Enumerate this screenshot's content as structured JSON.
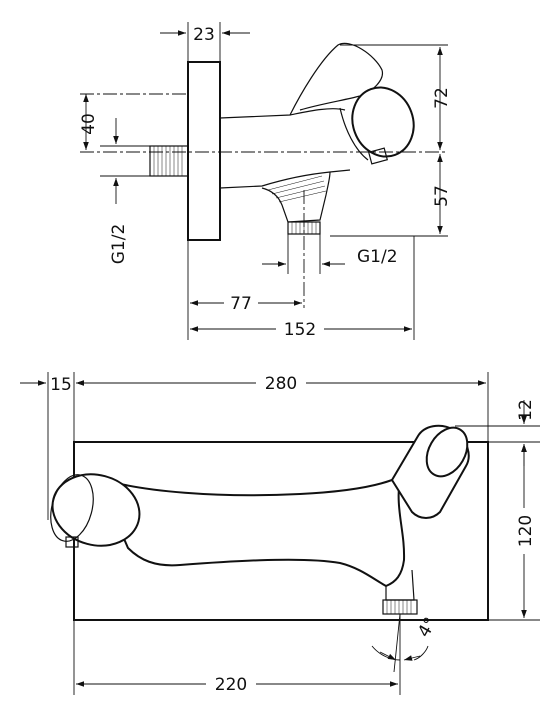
{
  "top_view": {
    "dim_flange_thickness": "23",
    "dim_pipe_offset": "40",
    "dim_top_height": "72",
    "dim_bottom_height": "57",
    "thread_inlet": "G1/2",
    "thread_outlet": "G1/2",
    "dim_spout_axis": "77",
    "dim_total_depth": "152"
  },
  "front_view": {
    "dim_handle_offset": "15",
    "dim_total_width": "280",
    "dim_top_offset": "12",
    "dim_plate_height": "120",
    "dim_spout_angle": "4°",
    "dim_spout_position": "220"
  }
}
